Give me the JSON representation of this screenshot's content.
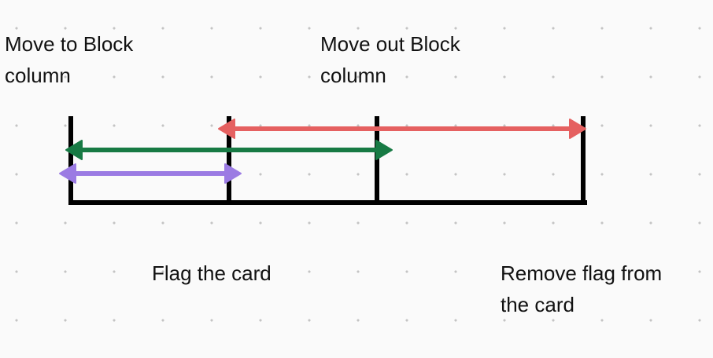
{
  "labels": {
    "move_to_block": "Move to Block\ncolumn",
    "move_out_block": "Move out Block\ncolumn",
    "flag_card": "Flag the card",
    "remove_flag": "Remove flag from\nthe card"
  },
  "colors": {
    "background": "#fafafa",
    "grid_dot": "#c4c4c4",
    "lines": "#000000",
    "red_arrow": "#e56060",
    "green_arrow": "#177a44",
    "purple_arrow": "#9b7be3"
  },
  "arrows": [
    {
      "id": "red",
      "color_key": "red_arrow",
      "meaning": "remove_flag"
    },
    {
      "id": "green",
      "color_key": "green_arrow",
      "meaning": "move_out_block"
    },
    {
      "id": "purple",
      "color_key": "purple_arrow",
      "meaning": "flag_card"
    }
  ]
}
